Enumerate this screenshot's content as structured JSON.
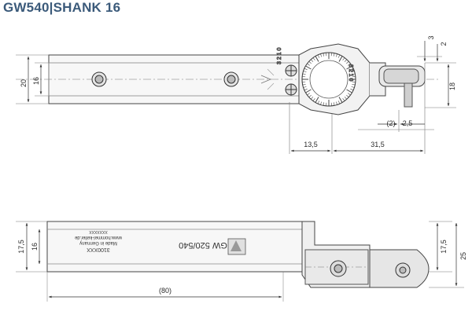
{
  "title": "GW540|SHANK 16",
  "dimensions": {
    "top_view": {
      "overall_height": "20",
      "shank_height": "16",
      "right_height": "18",
      "small_3": "3",
      "small_2": "2",
      "paren_2": "(2)",
      "dim_2_5": "2,5",
      "dim_13_5": "13,5",
      "dim_31_5": "31,5"
    },
    "bottom_view": {
      "left_17_5": "17,5",
      "left_16": "16",
      "right_17_5": "17,5",
      "right_25": "25",
      "length_80": "(80)"
    }
  },
  "shank_text": {
    "model": "GW 520/540",
    "made_in": "Made in Germany",
    "website": "www.hommel-keller.de",
    "code_small": "XXXXXXX",
    "code": "3100XXX"
  },
  "bearing_text": {
    "left": "3 2 1 0",
    "right": "3 2 1 0"
  }
}
